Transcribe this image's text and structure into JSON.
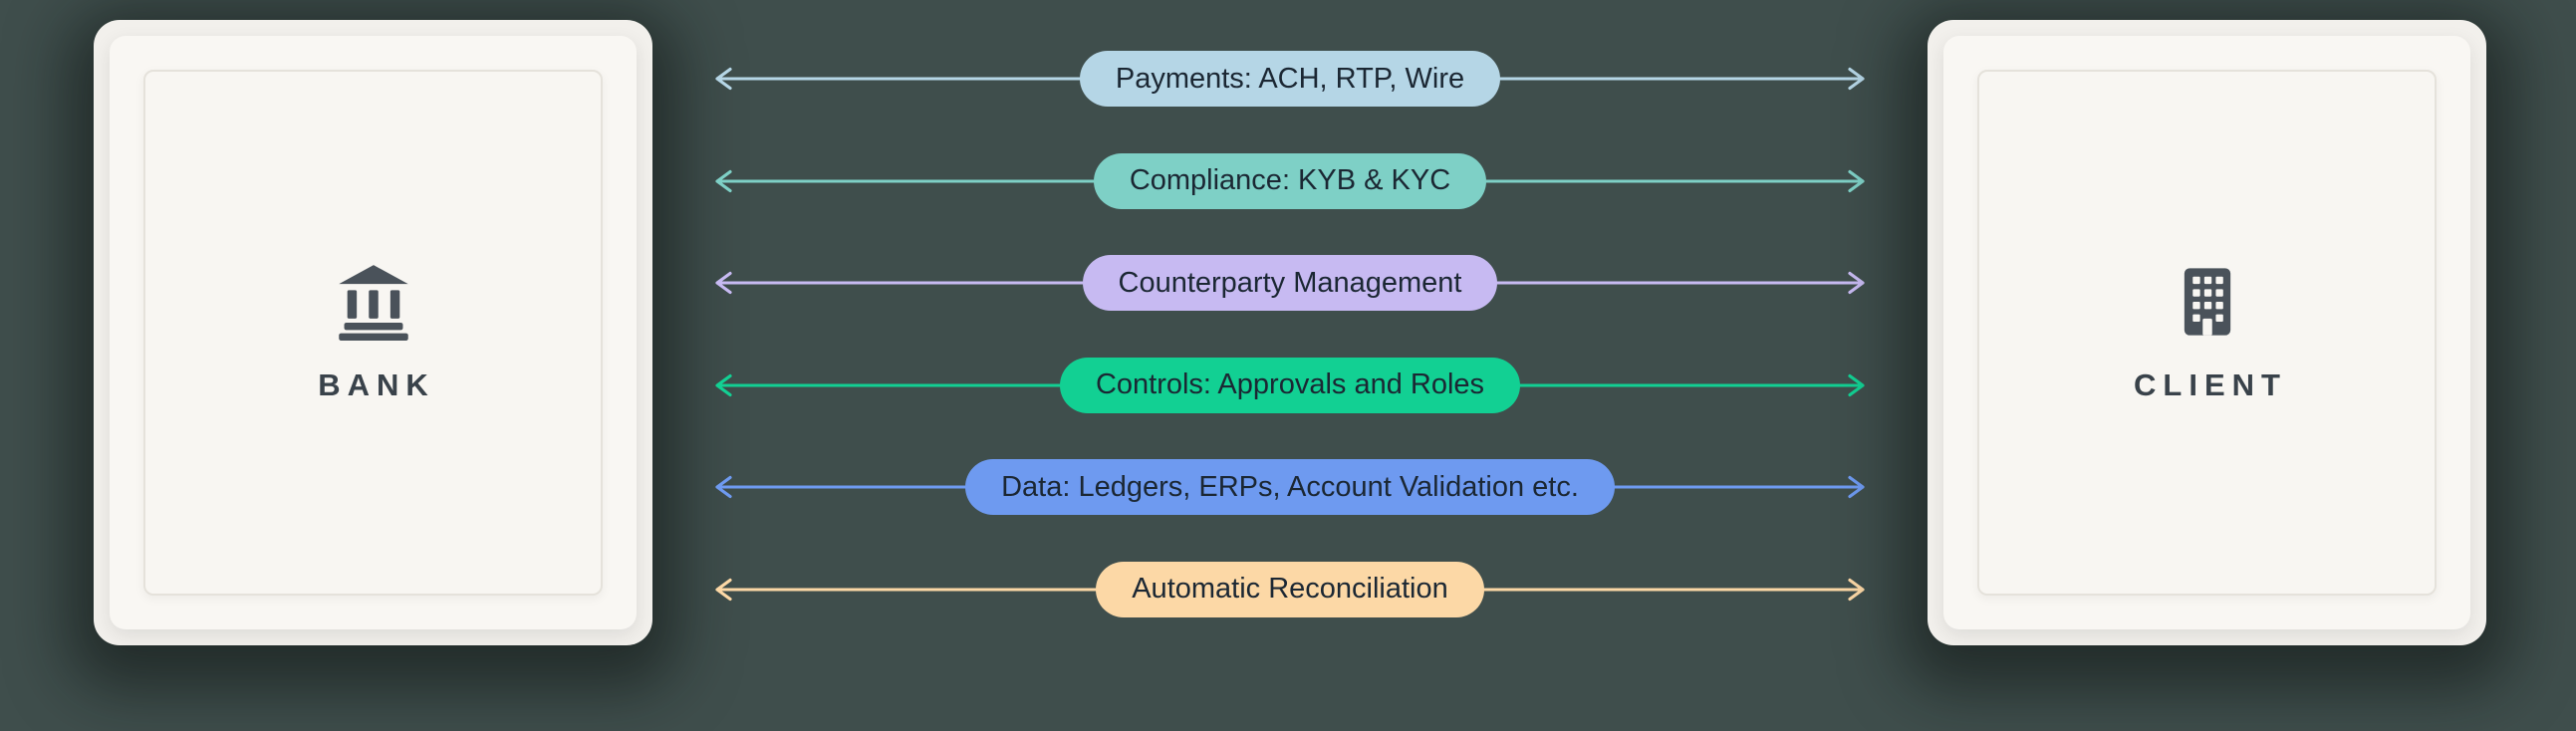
{
  "canvas": {
    "background_color": "#3f4e4c"
  },
  "bank": {
    "label": "BANK"
  },
  "client": {
    "label": "CLIENT"
  },
  "pill_text_color": "#1b2733",
  "entity_icon_color": "#4a525a",
  "connections": [
    {
      "label": "Payments: ACH, RTP, Wire",
      "color": "#b5d6e6"
    },
    {
      "label": "Compliance: KYB & KYC",
      "color": "#7ed0c6"
    },
    {
      "label": "Counterparty Management",
      "color": "#c7baf2"
    },
    {
      "label": "Controls: Approvals and Roles",
      "color": "#12d093"
    },
    {
      "label": "Data: Ledgers, ERPs, Account Validation etc.",
      "color": "#6e9af0"
    },
    {
      "label": "Automatic Reconciliation",
      "color": "#fcd8a6"
    }
  ]
}
